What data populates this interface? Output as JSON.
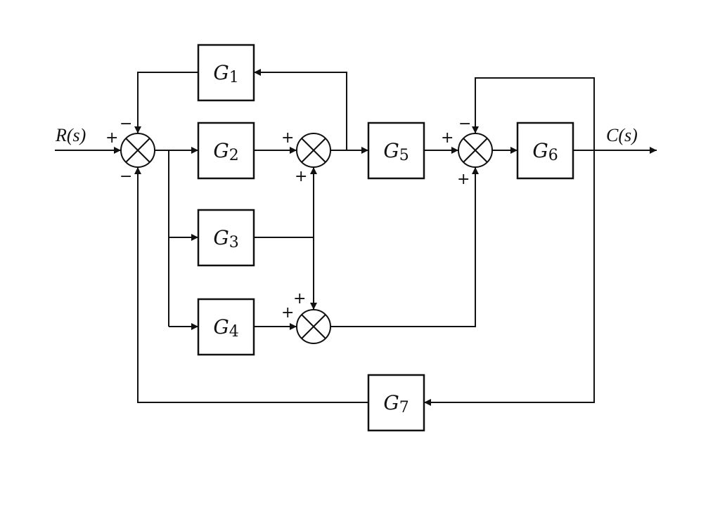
{
  "input_label": "R(s)",
  "output_label": "C(s)",
  "blocks": [
    {
      "id": "g1",
      "name": "G",
      "sub": "1"
    },
    {
      "id": "g2",
      "name": "G",
      "sub": "2"
    },
    {
      "id": "g3",
      "name": "G",
      "sub": "3"
    },
    {
      "id": "g4",
      "name": "G",
      "sub": "4"
    },
    {
      "id": "g5",
      "name": "G",
      "sub": "5"
    },
    {
      "id": "g6",
      "name": "G",
      "sub": "6"
    },
    {
      "id": "g7",
      "name": "G",
      "sub": "7"
    }
  ],
  "signs": {
    "s1_left": "+",
    "s1_top": "−",
    "s1_bottom": "−",
    "s2_left": "+",
    "s2_bottom": "+",
    "s3_left": "+",
    "s3_top": "+",
    "s4_left": "+",
    "s4_top": "−",
    "s4_bottom": "+"
  }
}
